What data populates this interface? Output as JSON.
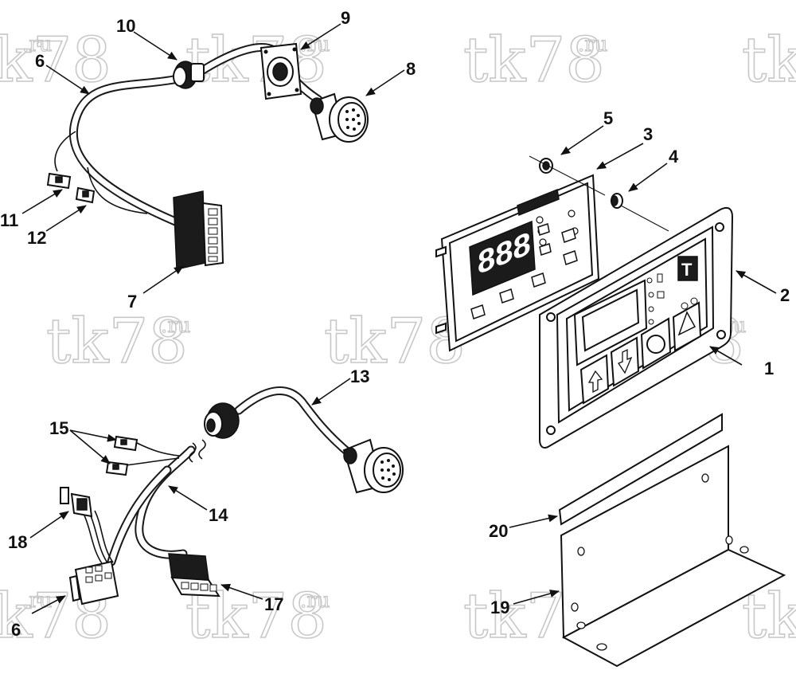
{
  "watermark": {
    "main": "tk78",
    "sup": ".ru"
  },
  "callouts": [
    {
      "id": "c1",
      "label": "1"
    },
    {
      "id": "c2",
      "label": "2"
    },
    {
      "id": "c3",
      "label": "3"
    },
    {
      "id": "c4",
      "label": "4"
    },
    {
      "id": "c5",
      "label": "5"
    },
    {
      "id": "c6a",
      "label": "6"
    },
    {
      "id": "c6b",
      "label": "6"
    },
    {
      "id": "c7",
      "label": "7"
    },
    {
      "id": "c8",
      "label": "8"
    },
    {
      "id": "c9",
      "label": "9"
    },
    {
      "id": "c10",
      "label": "10"
    },
    {
      "id": "c11",
      "label": "11"
    },
    {
      "id": "c12",
      "label": "12"
    },
    {
      "id": "c13",
      "label": "13"
    },
    {
      "id": "c14",
      "label": "14"
    },
    {
      "id": "c15",
      "label": "15"
    },
    {
      "id": "c17",
      "label": "17"
    },
    {
      "id": "c18",
      "label": "18"
    },
    {
      "id": "c19",
      "label": "19"
    },
    {
      "id": "c20",
      "label": "20"
    }
  ],
  "display": {
    "digits": "888",
    "logo": "T"
  }
}
